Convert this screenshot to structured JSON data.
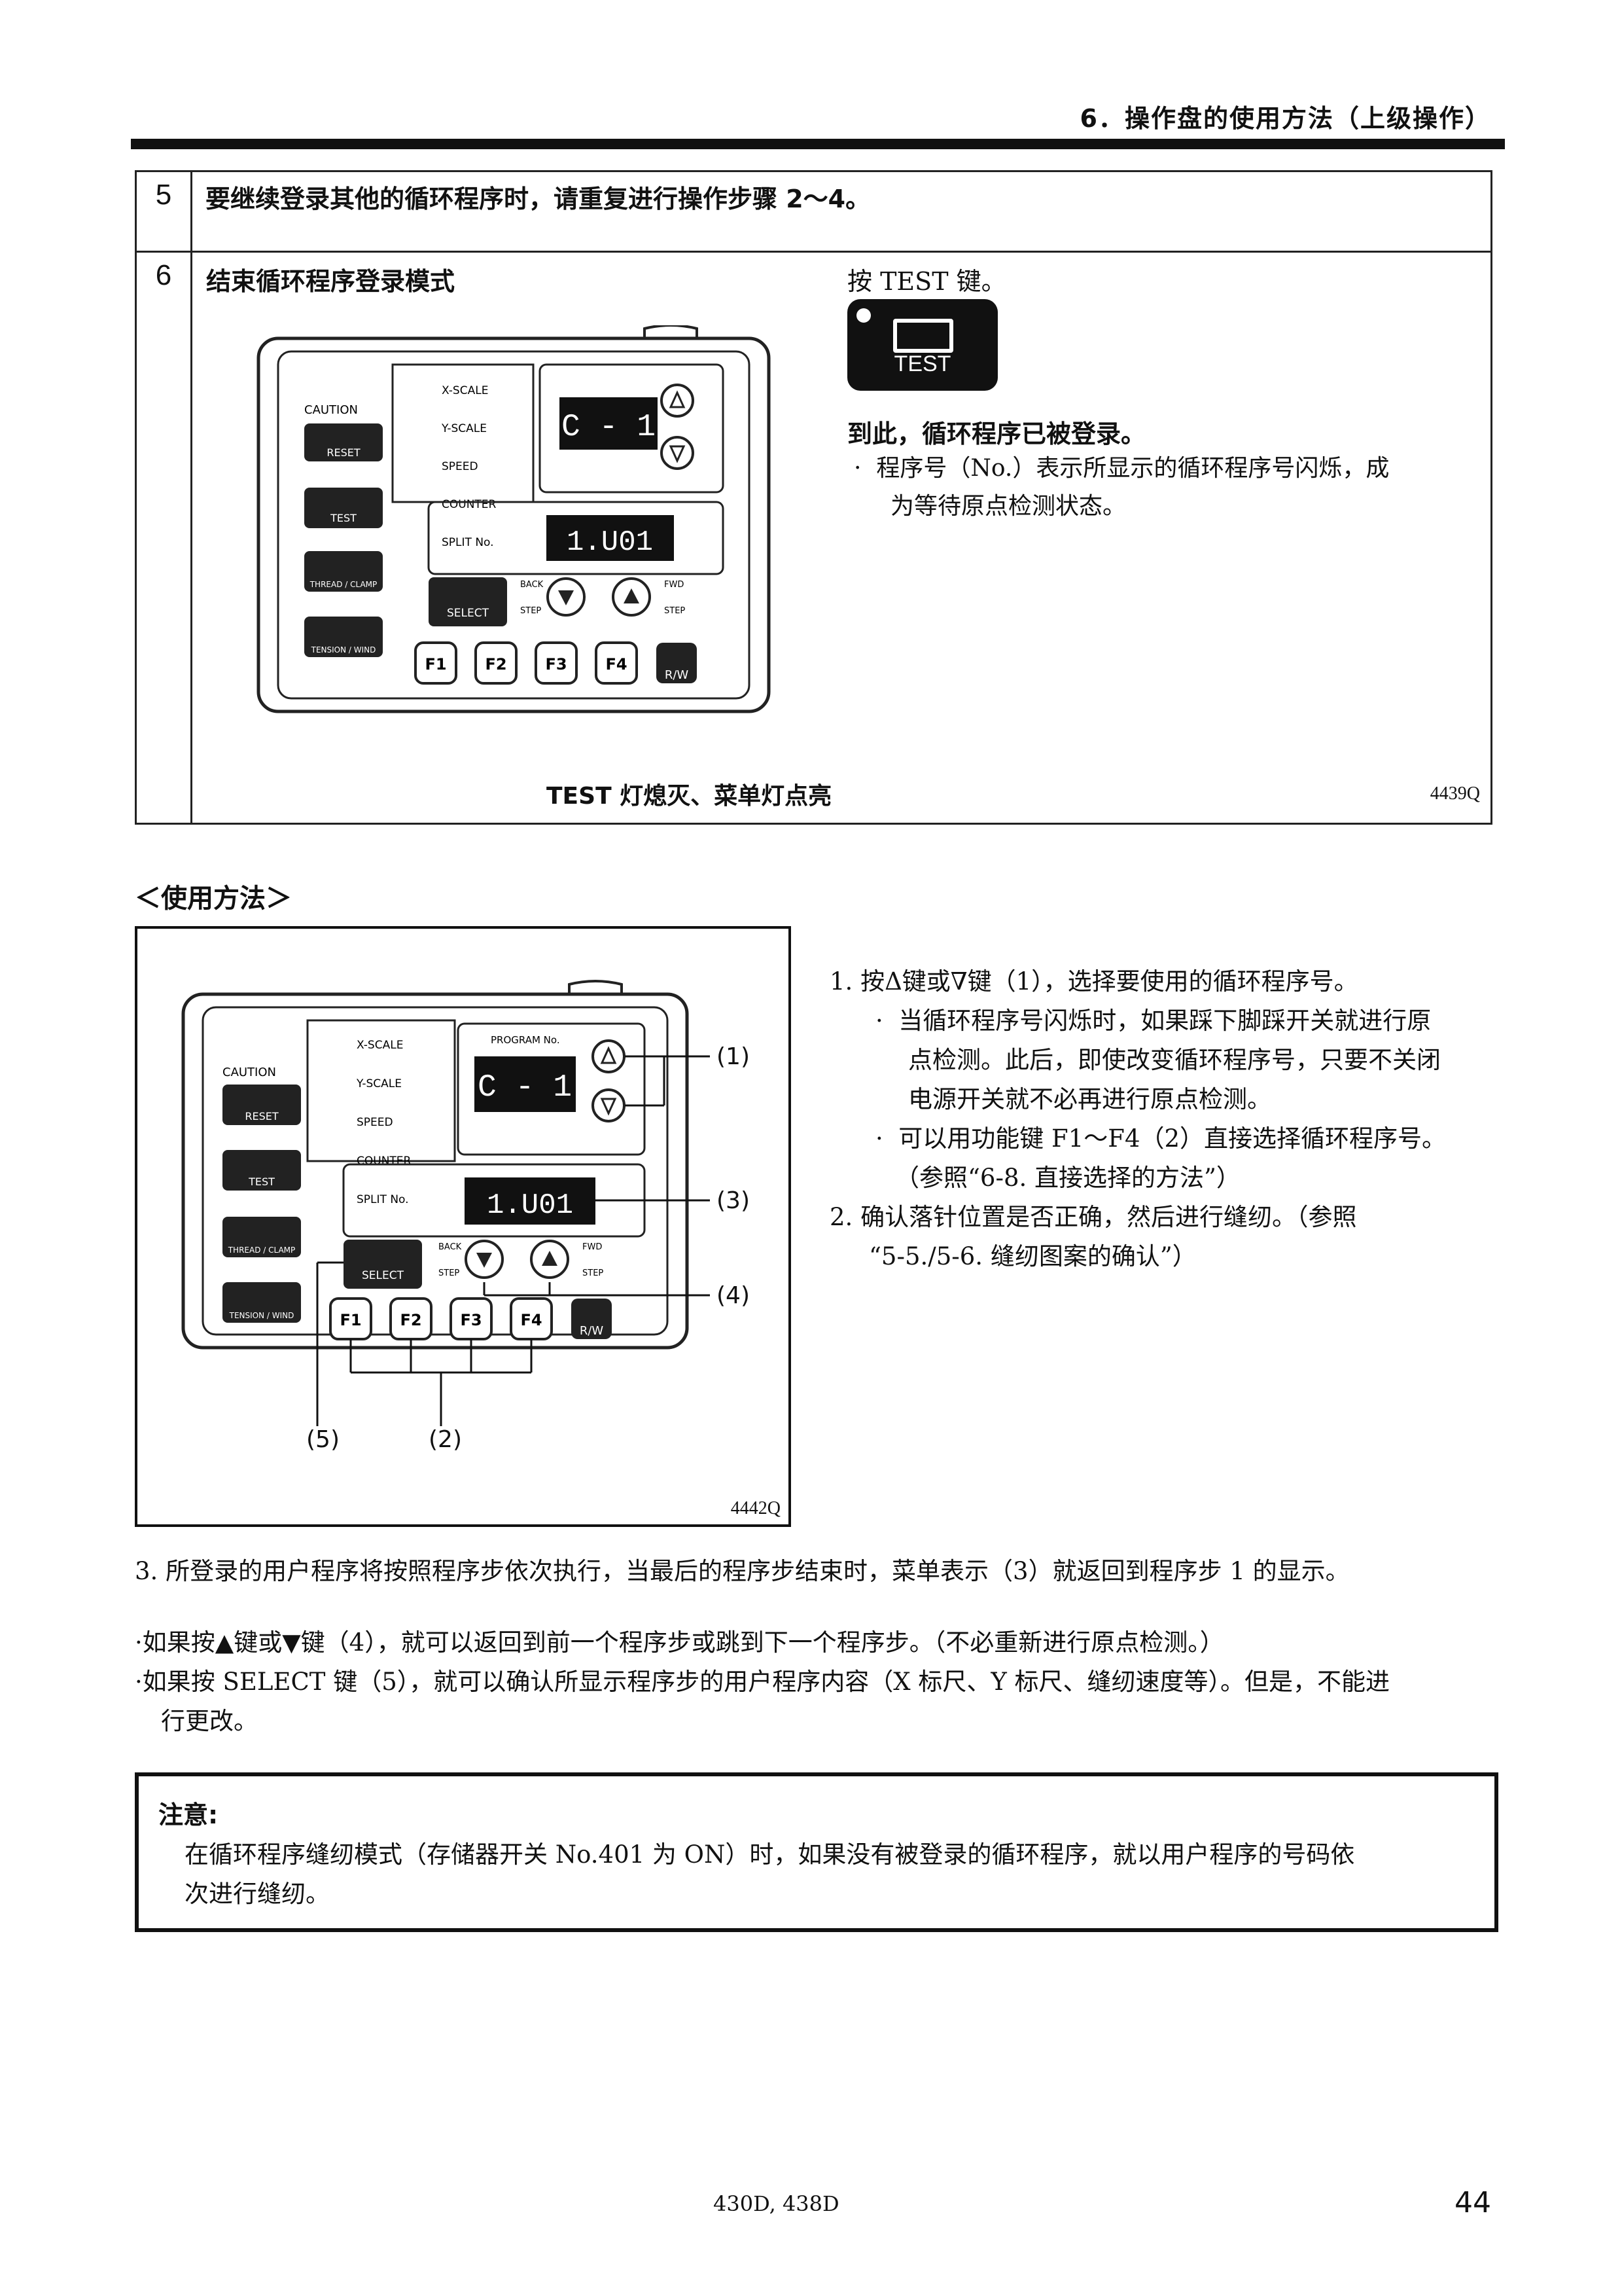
{
  "header": {
    "section_title": "6．操作盘的使用方法（上级操作）"
  },
  "steps": [
    {
      "number": "5",
      "title": "要继续登录其他的循环程序时，请重复进行操作步骤 2～4。"
    },
    {
      "number": "6",
      "title": "结束循环程序登录模式",
      "instruction": "按 TEST 键。",
      "result_heading": "到此，循环程序已被登录。",
      "result_bullet_1": "程序号（No.）表示所显示的循环程序号闪烁，成",
      "result_bullet_2": "为等待原点检测状态。",
      "panel_caption": "TEST 灯熄灭、菜单灯点亮",
      "figure_id": "4439Q"
    }
  ],
  "panel": {
    "caution_label": "CAUTION",
    "reset_label": "RESET",
    "test_label": "TEST",
    "thread_label": "THREAD / CLAMP",
    "tension_label": "TENSION / WIND",
    "xscale_label": "X-SCALE",
    "yscale_label": "Y-SCALE",
    "speed_label": "SPEED",
    "counter_label": "COUNTER",
    "split_label": "SPLIT No.",
    "program_label": "PROGRAM No.",
    "program_display": "C - 1",
    "split_display": "1.U01",
    "select_label": "SELECT",
    "back_label": "BACK",
    "fwd_label": "FWD",
    "step_label": "STEP",
    "f1": "F1",
    "f2": "F2",
    "f3": "F3",
    "f4": "F4",
    "rw_label": "R/W"
  },
  "test_key": {
    "label": "TEST"
  },
  "usage": {
    "heading": "＜使用方法＞",
    "figure_id": "4442Q",
    "callout_1": "(1)",
    "callout_2": "(2)",
    "callout_3": "(3)",
    "callout_4": "(4)",
    "callout_5": "(5)",
    "item1": "1. 按Δ键或∇键（1），选择要使用的循环程序号。",
    "item1_b1a": "当循环程序号闪烁时，如果踩下脚踩开关就进行原",
    "item1_b1b": "点检测。此后，即使改变循环程序号，只要不关闭",
    "item1_b1c": "电源开关就不必再进行原点检测。",
    "item1_b2a": "可以用功能键 F1～F4（2）直接选择循环程序号。",
    "item1_b2b": "（参照“6-8. 直接选择的方法”）",
    "item2a": "2. 确认落针位置是否正确，然后进行缝纫。（参照",
    "item2b": "“5-5./5-6. 缝纫图案的确认”）",
    "item3": "3. 所登录的用户程序将按照程序步依次执行，当最后的程序步结束时，菜单表示（3）就返回到程序步 1 的显示。",
    "bullet_a": "·如果按▲键或▼键（4），就可以返回到前一个程序步或跳到下一个程序步。（不必重新进行原点检测。）",
    "bullet_b1": "·如果按 SELECT 键（5），就可以确认所显示程序步的用户程序内容（X 标尺、Y 标尺、缝纫速度等）。但是，不能进",
    "bullet_b2": "行更改。"
  },
  "note": {
    "title": "注意:",
    "line1": "在循环程序缝纫模式（存储器开关 No.401 为 ON）时，如果没有被登录的循环程序，就以用户程序的号码依",
    "line2": "次进行缝纫。"
  },
  "footer": {
    "model": "430D, 438D",
    "page": "44"
  }
}
